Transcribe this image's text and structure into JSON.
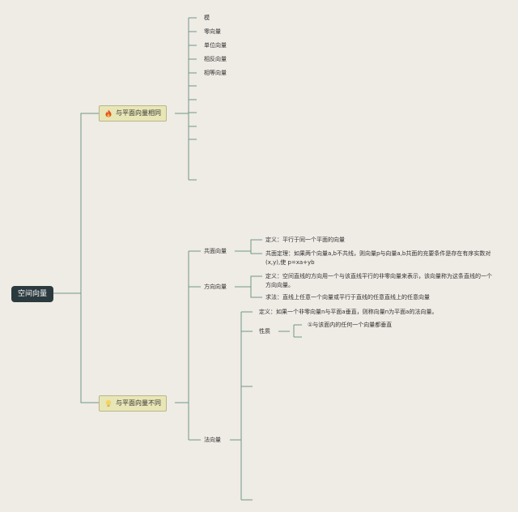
{
  "root": {
    "label": "空间向量"
  },
  "branch_same": {
    "label": "与平面向量相同",
    "icon": "fire-icon",
    "items": [
      "模",
      "零向量",
      "单位向量",
      "相反向量",
      "相等向量"
    ]
  },
  "branch_diff": {
    "label": "与平面向量不同",
    "icon": "bulb-icon",
    "coplanar": {
      "label": "共面向量",
      "def": "定义：平行于同一个平面的向量",
      "theorem": "共面定理：如果两个向量a,b不共线，则向量p与向量a,b共面的充要条件是存在有序实数对(x,y),使 p=xa+yb"
    },
    "direction": {
      "label": "方向向量",
      "def": "定义：空间直线的方向用一个与该直线平行的非零向量来表示，该向量称为这条直线的一个方向向量。",
      "method": "求法：直线上任意一个向量或平行于直线的任意直线上的任意向量"
    },
    "normal": {
      "label": "法向量",
      "def": "定义：如果一个非零向量n与平面a垂直，则称向量n为平面a的法向量。",
      "property_label": "性质",
      "property_1": "①与该面内的任何一个向量都垂直"
    }
  },
  "colors": {
    "line": "#6f9a86",
    "root_bg": "#2b3a3f",
    "branch_bg": "#e8e6b6"
  }
}
